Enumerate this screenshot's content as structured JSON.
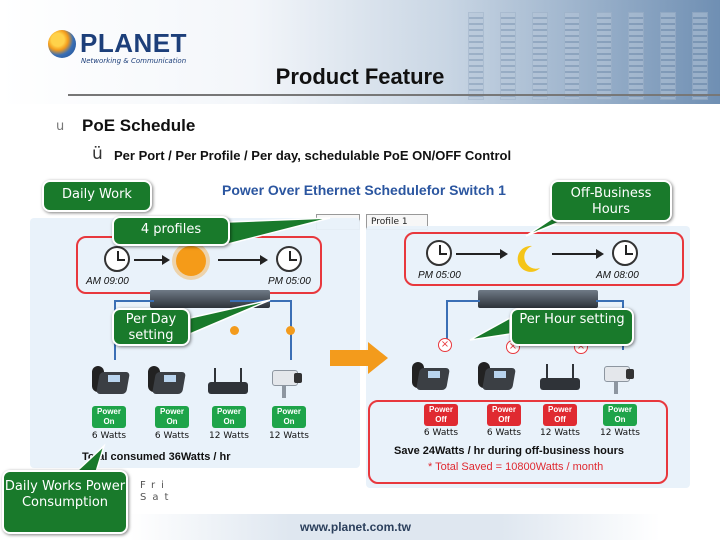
{
  "brand": {
    "name": "PLANET",
    "tagline": "Networking & Communication"
  },
  "title": "Product Feature",
  "bullet": {
    "marker": "u",
    "text": "PoE Schedule"
  },
  "check": {
    "marker": "ü",
    "text": "Per Port / Per Profile / Per day, schedulable PoE ON/OFF Control"
  },
  "screenshot": {
    "title": "Power Over Ethernet Schedulefor Switch 1",
    "profile_value": "Profile 1",
    "row_label_1": "Fri",
    "row_label_2": "Sat"
  },
  "callouts": {
    "daily_work": "Daily Work",
    "off_business": "Off-Business Hours",
    "profiles": "4 profiles",
    "per_day": "Per Day setting",
    "per_hour": "Per Hour setting",
    "daily_consumption": "Daily Works Power Consumption"
  },
  "left_panel": {
    "start_time": "AM 09:00",
    "end_time": "PM 05:00",
    "devices": [
      {
        "status": "Power On",
        "watts": "6 Watts"
      },
      {
        "status": "Power On",
        "watts": "6 Watts"
      },
      {
        "status": "Power On",
        "watts": "12 Watts"
      },
      {
        "status": "Power On",
        "watts": "12 Watts"
      }
    ],
    "total": "Total consumed 36Watts / hr"
  },
  "right_panel": {
    "start_time": "PM 05:00",
    "end_time": "AM 08:00",
    "devices": [
      {
        "status": "Power Off",
        "watts": "6 Watts"
      },
      {
        "status": "Power Off",
        "watts": "6 Watts"
      },
      {
        "status": "Power Off",
        "watts": "12 Watts"
      },
      {
        "status": "Power On",
        "watts": "12 Watts"
      }
    ],
    "save": "Save 24Watts / hr during off-business hours",
    "saved": "* Total Saved = 10800Watts / month"
  },
  "colors": {
    "accent_green": "#197a2b",
    "power_on": "#1ea449",
    "power_off": "#e02a31",
    "highlight": "#e8383d",
    "arrow": "#f39b1c"
  },
  "footer": {
    "url": "www.planet.com.tw"
  }
}
